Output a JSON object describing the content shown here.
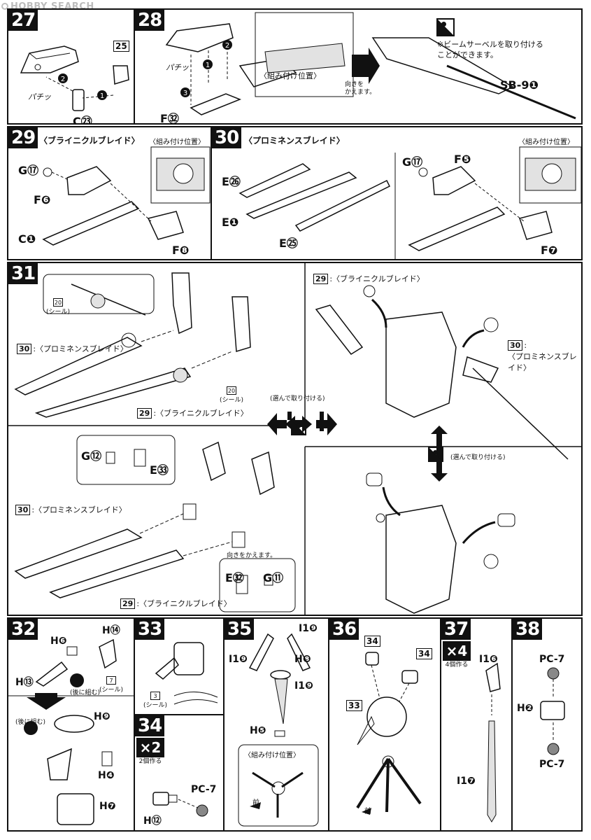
{
  "watermark": "HOBBY SEARCH",
  "steps": {
    "s27": {
      "num": "27",
      "labels": {
        "c": "C㉓",
        "n25": "25",
        "snap": "パチッ"
      }
    },
    "s28": {
      "num": "28",
      "labels": {
        "f": "F㉜",
        "snap": "パチッ"
      },
      "position_label": "〈組み付け位置〉",
      "turn_label": "向きを\nかえます。",
      "note": "※ビームサーベルを取り付ける\nことができます。",
      "saber_label": "SB-9❶"
    },
    "s29": {
      "num": "29",
      "title": "〈ブライニクルブレイド〉",
      "position_label": "〈組み付け位置〉",
      "labels": {
        "g": "G⑰",
        "f6": "F❻",
        "c1": "C❶",
        "f8": "F❽"
      }
    },
    "s30": {
      "num": "30",
      "title": "〈プロミネンスブレイド〉",
      "position_label": "〈組み付け位置〉",
      "labels": {
        "e26": "E㉖",
        "e1": "E❶",
        "e25": "E㉕",
        "g17": "G⑰",
        "f5": "F❺",
        "f7": "F❼"
      }
    },
    "s31": {
      "num": "31",
      "seal_label": "(シール)",
      "seal_num_a": "20",
      "seal_num_b": "20",
      "ref_30_text": ":〈プロミネンスブレイド〉",
      "ref_29_text": ":〈ブライニクルブレイド〉",
      "ref_29_right": ":〈ブライニクルブレイド〉",
      "ref_30_right": ":\n〈プロミネンスブレイド〉",
      "choose_label": "(選んで取り付ける)",
      "choose_label_2": "(選んで取り付ける)",
      "labels": {
        "g12": "G⑫",
        "e33": "E㉝",
        "e32": "E㉜",
        "g11": "G⑪"
      },
      "turn_label": "向きをかえます。",
      "ref_num_29": "29",
      "ref_num_30": "30"
    },
    "s32": {
      "num": "32",
      "labels": {
        "h6": "H❻",
        "h14": "H⑭",
        "h13": "H⑬",
        "h9": "H❾",
        "h4": "H❹",
        "h7": "H❼"
      },
      "later_label": "(後に組む)",
      "seal_label": "(シール)",
      "seal_num": "7"
    },
    "s33": {
      "num": "33",
      "seal_num": "3",
      "seal_label": "(シール)"
    },
    "s34": {
      "num": "34",
      "mult": "×2",
      "mult_text": "2個作る",
      "labels": {
        "pc7": "PC-7",
        "h12": "H⑫"
      }
    },
    "s35": {
      "num": "35",
      "labels": {
        "i19a": "I1❾",
        "i19b": "I1❾",
        "h8": "H❽",
        "i19c": "I1❾",
        "h5": "H❺"
      },
      "position_label": "〈組み付け位置〉",
      "front_label": "前"
    },
    "s36": {
      "num": "36",
      "labels": {
        "n34a": "34",
        "n34b": "34",
        "n33": "33"
      },
      "front_label": "前"
    },
    "s37": {
      "num": "37",
      "mult": "×4",
      "mult_text": "4個作る",
      "labels": {
        "i16": "I1❻",
        "i17": "I1❼"
      }
    },
    "s38": {
      "num": "38",
      "labels": {
        "pc7a": "PC-7",
        "h2": "H❷",
        "pc7b": "PC-7"
      }
    }
  }
}
